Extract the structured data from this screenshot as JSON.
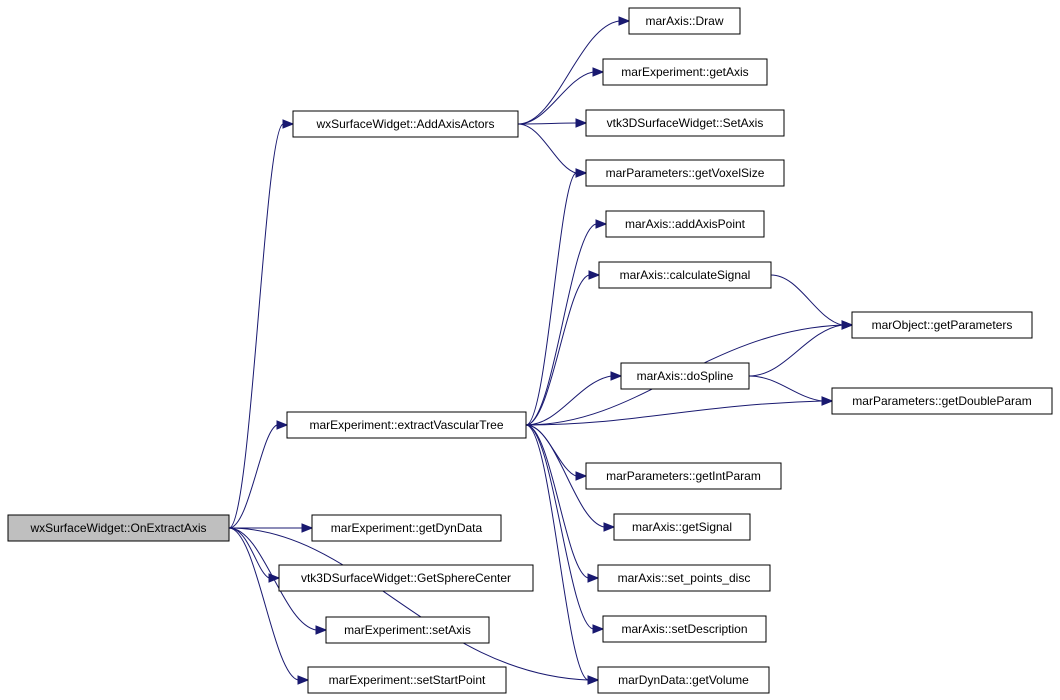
{
  "colors": {
    "edge": "#191970",
    "node_fill": "#ffffff",
    "root_fill": "#bfbfbf",
    "node_border": "#000000"
  },
  "nodes": [
    {
      "id": "onextract",
      "label": "wxSurfaceWidget::OnExtractAxis",
      "root": true
    },
    {
      "id": "addaxisactors",
      "label": "wxSurfaceWidget::AddAxisActors"
    },
    {
      "id": "extractvasc",
      "label": "marExperiment::extractVascularTree"
    },
    {
      "id": "getdyndata",
      "label": "marExperiment::getDynData"
    },
    {
      "id": "getspherecenter",
      "label": "vtk3DSurfaceWidget::GetSphereCenter"
    },
    {
      "id": "setaxis",
      "label": "marExperiment::setAxis"
    },
    {
      "id": "setstartpoint",
      "label": "marExperiment::setStartPoint"
    },
    {
      "id": "draw",
      "label": "marAxis::Draw"
    },
    {
      "id": "getaxis",
      "label": "marExperiment::getAxis"
    },
    {
      "id": "vtksetaxis",
      "label": "vtk3DSurfaceWidget::SetAxis"
    },
    {
      "id": "getvoxelsize",
      "label": "marParameters::getVoxelSize"
    },
    {
      "id": "addaxispoint",
      "label": "marAxis::addAxisPoint"
    },
    {
      "id": "calcsignal",
      "label": "marAxis::calculateSignal"
    },
    {
      "id": "getparameters",
      "label": "marObject::getParameters"
    },
    {
      "id": "dospline",
      "label": "marAxis::doSpline"
    },
    {
      "id": "getdoubleparam",
      "label": "marParameters::getDoubleParam"
    },
    {
      "id": "getintparam",
      "label": "marParameters::getIntParam"
    },
    {
      "id": "getsignal",
      "label": "marAxis::getSignal"
    },
    {
      "id": "setpointsdisc",
      "label": "marAxis::set_points_disc"
    },
    {
      "id": "setdescription",
      "label": "marAxis::setDescription"
    },
    {
      "id": "getvolume",
      "label": "marDynData::getVolume"
    }
  ],
  "edges": [
    [
      "onextract",
      "addaxisactors"
    ],
    [
      "onextract",
      "extractvasc"
    ],
    [
      "onextract",
      "getdyndata"
    ],
    [
      "onextract",
      "getspherecenter"
    ],
    [
      "onextract",
      "setaxis"
    ],
    [
      "onextract",
      "setstartpoint"
    ],
    [
      "onextract",
      "getvolume"
    ],
    [
      "addaxisactors",
      "draw"
    ],
    [
      "addaxisactors",
      "getaxis"
    ],
    [
      "addaxisactors",
      "vtksetaxis"
    ],
    [
      "addaxisactors",
      "getvoxelsize"
    ],
    [
      "extractvasc",
      "getvoxelsize"
    ],
    [
      "extractvasc",
      "addaxispoint"
    ],
    [
      "extractvasc",
      "calcsignal"
    ],
    [
      "extractvasc",
      "getparameters"
    ],
    [
      "extractvasc",
      "dospline"
    ],
    [
      "extractvasc",
      "getdoubleparam"
    ],
    [
      "extractvasc",
      "getintparam"
    ],
    [
      "extractvasc",
      "getsignal"
    ],
    [
      "extractvasc",
      "setpointsdisc"
    ],
    [
      "extractvasc",
      "setdescription"
    ],
    [
      "extractvasc",
      "getvolume"
    ],
    [
      "calcsignal",
      "getparameters"
    ],
    [
      "dospline",
      "getparameters"
    ],
    [
      "dospline",
      "getdoubleparam"
    ]
  ]
}
